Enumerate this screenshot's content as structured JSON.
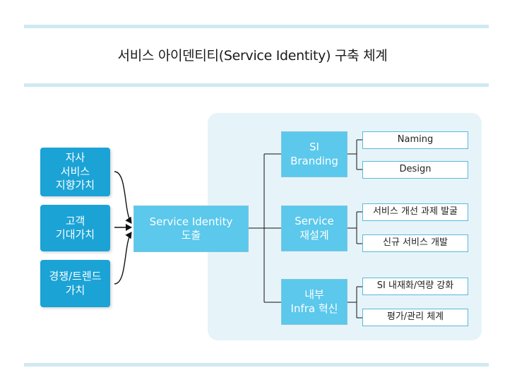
{
  "title": "서비스 아이덴티티(Service Identity) 구축 체계",
  "sources": [
    {
      "line1": "자사",
      "line2": "서비스",
      "line3": "지향가치"
    },
    {
      "line1": "고객",
      "line2": "기대가치"
    },
    {
      "line1": "경쟁/트렌드",
      "line2": "가치"
    }
  ],
  "center": {
    "line1": "Service Identity",
    "line2": "도출"
  },
  "branches": [
    {
      "line1": "SI",
      "line2": "Branding",
      "leaves": [
        "Naming",
        "Design"
      ]
    },
    {
      "line1": "Service",
      "line2": "재설계",
      "leaves": [
        "서비스 개선 과제 발굴",
        "신규 서비스 개발"
      ]
    },
    {
      "line1": "내부",
      "line2": "Infra 혁신",
      "leaves": [
        "SI 내재화/역량 강화",
        "평가/관리 체계"
      ]
    }
  ],
  "colors": {
    "source_fill": "#1ba3d6",
    "node_fill": "#5bc8ec",
    "panel_fill": "#e6f4f9",
    "rule": "#cfe9f2",
    "leaf_border": "#5bb8d8"
  }
}
